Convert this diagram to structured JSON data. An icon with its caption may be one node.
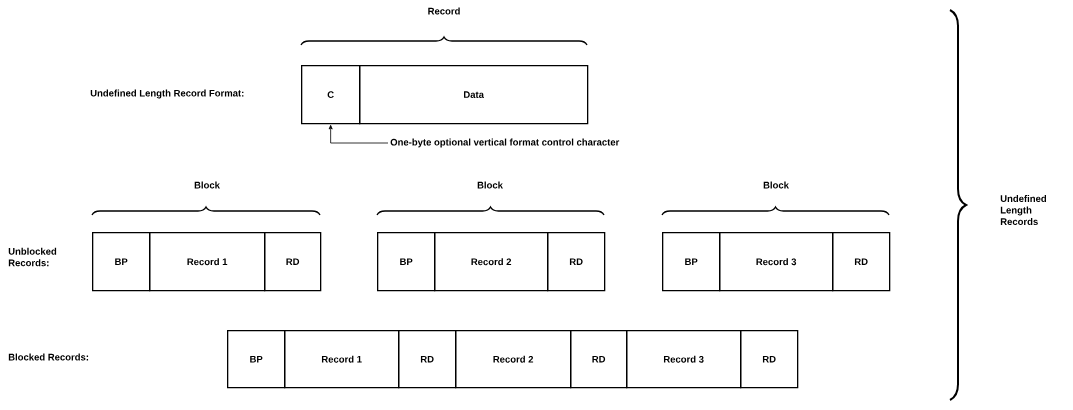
{
  "diagram": {
    "nodes": [
      {
        "text": [
          "C"
        ]
      },
      {
        "text": [
          "Data"
        ]
      },
      {
        "text": [
          "One-byte optional vertical format control character"
        ]
      },
      {
        "text": [
          "BP"
        ]
      },
      {
        "text": [
          "Record 1"
        ]
      },
      {
        "text": [
          "RD"
        ]
      },
      {
        "text": [
          "BP"
        ]
      },
      {
        "text": [
          "Record 2"
        ]
      },
      {
        "text": [
          "RD"
        ]
      },
      {
        "text": [
          "BP"
        ]
      },
      {
        "text": [
          "Record 3"
        ]
      },
      {
        "text": [
          "RD"
        ]
      },
      {
        "text": [
          "BP"
        ]
      },
      {
        "text": [
          "Record 1"
        ]
      },
      {
        "text": [
          "RD"
        ]
      },
      {
        "text": [
          "Record 2"
        ]
      },
      {
        "text": [
          "RD"
        ]
      },
      {
        "text": [
          "Record 3"
        ]
      },
      {
        "text": [
          "RD"
        ]
      }
    ],
    "edges": [
      {
        "from": 2,
        "to": 0,
        "arrow": "to"
      }
    ],
    "labels": [
      "Record",
      "Undefined Length Record Format:",
      "Block",
      "Block",
      "Block",
      "Unblocked Records:",
      "Undefined Length Records",
      "Blocked Records:"
    ]
  }
}
